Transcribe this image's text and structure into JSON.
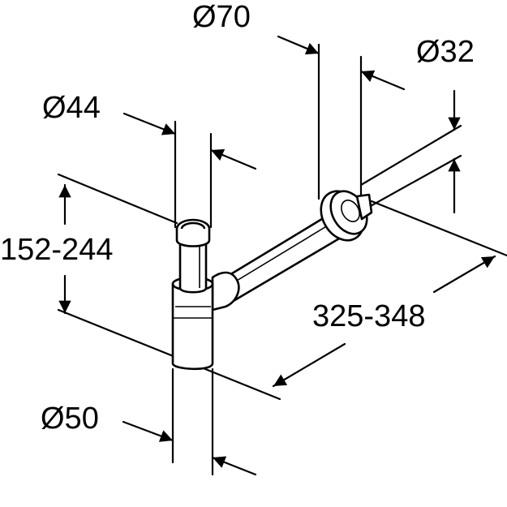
{
  "dimensions": {
    "dia_outlet_flange": "Ø70",
    "dia_outlet_pipe": "Ø32",
    "dia_inlet": "Ø44",
    "height_range": "152-244",
    "length_range": "325-348",
    "dia_body": "Ø50"
  }
}
